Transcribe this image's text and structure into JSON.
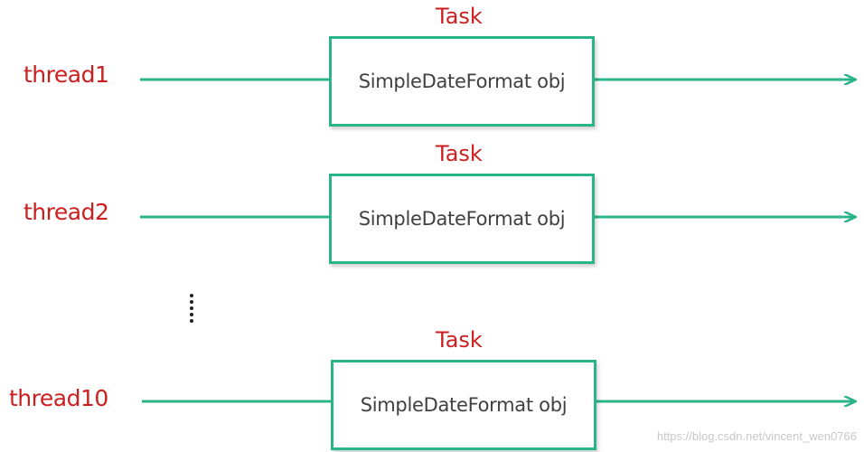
{
  "colors": {
    "label": "#cc1f1f",
    "line": "#2bb38a",
    "box_text": "#404040"
  },
  "rows": [
    {
      "thread": "thread1",
      "task": "Task",
      "box": "SimpleDateFormat obj"
    },
    {
      "thread": "thread2",
      "task": "Task",
      "box": "SimpleDateFormat obj"
    },
    {
      "thread": "thread10",
      "task": "Task",
      "box": "SimpleDateFormat obj"
    }
  ],
  "watermark": "https://blog.csdn.net/vincent_wen0766"
}
